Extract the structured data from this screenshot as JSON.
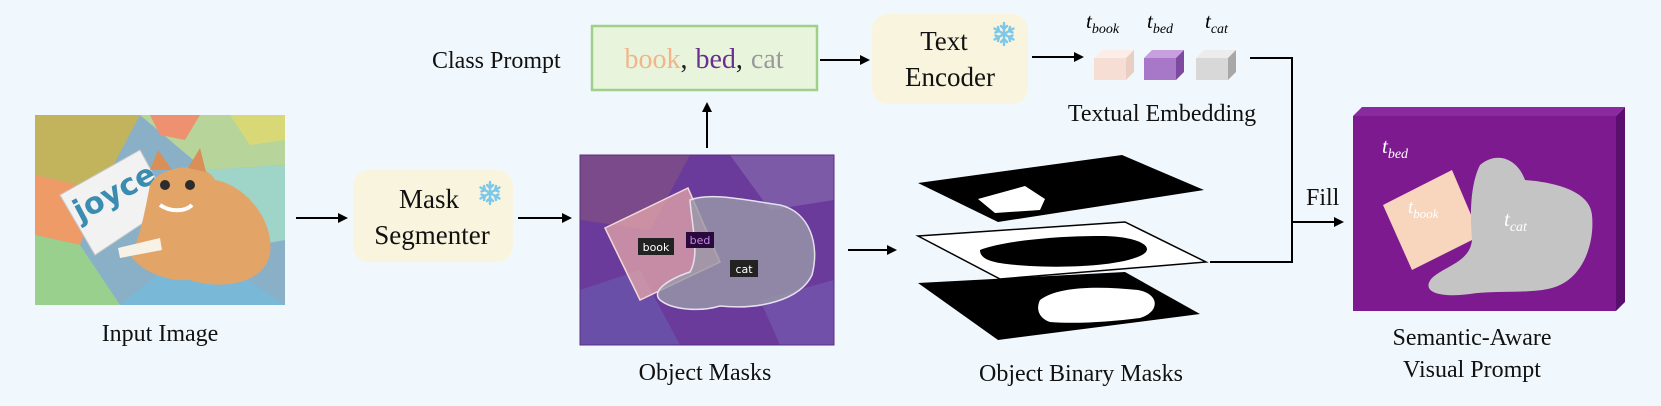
{
  "input_label": "Input Image",
  "photo_text": "joyce",
  "mask_segmenter": {
    "line1": "Mask",
    "line2": "Segmenter"
  },
  "object_masks_label": "Object Masks",
  "tags": {
    "book": "book",
    "bed": "bed",
    "cat": "cat"
  },
  "class_prompt": {
    "label": "Class Prompt",
    "words": [
      "book",
      "bed",
      "cat"
    ],
    "sep": ",",
    "colors": [
      "#f3b48c",
      "#6a2f8e",
      "#9a9a9a"
    ]
  },
  "text_encoder": {
    "line1": "Text",
    "line2": "Encoder"
  },
  "embeddings": {
    "label": "Textual Embedding",
    "tokens": [
      {
        "base": "t",
        "sub": "book",
        "color": "#f6ded4"
      },
      {
        "base": "t",
        "sub": "bed",
        "color": "#a878c8"
      },
      {
        "base": "t",
        "sub": "cat",
        "color": "#d8d8d8"
      }
    ]
  },
  "binary_masks_label": "Object Binary Masks",
  "fill_label": "Fill",
  "output": {
    "label_line1": "Semantic-Aware",
    "label_line2": "Visual Prompt",
    "tokens": {
      "bed": "bed",
      "book": "book",
      "cat": "cat",
      "base": "t"
    }
  },
  "frozen_icon": "snowflake-icon",
  "colors": {
    "box_fill": "#f8f4dd",
    "prompt_border": "#9fd08a",
    "purple": "#7d1a8f",
    "peach": "#f8d6be",
    "gray": "#c4c4c4"
  }
}
